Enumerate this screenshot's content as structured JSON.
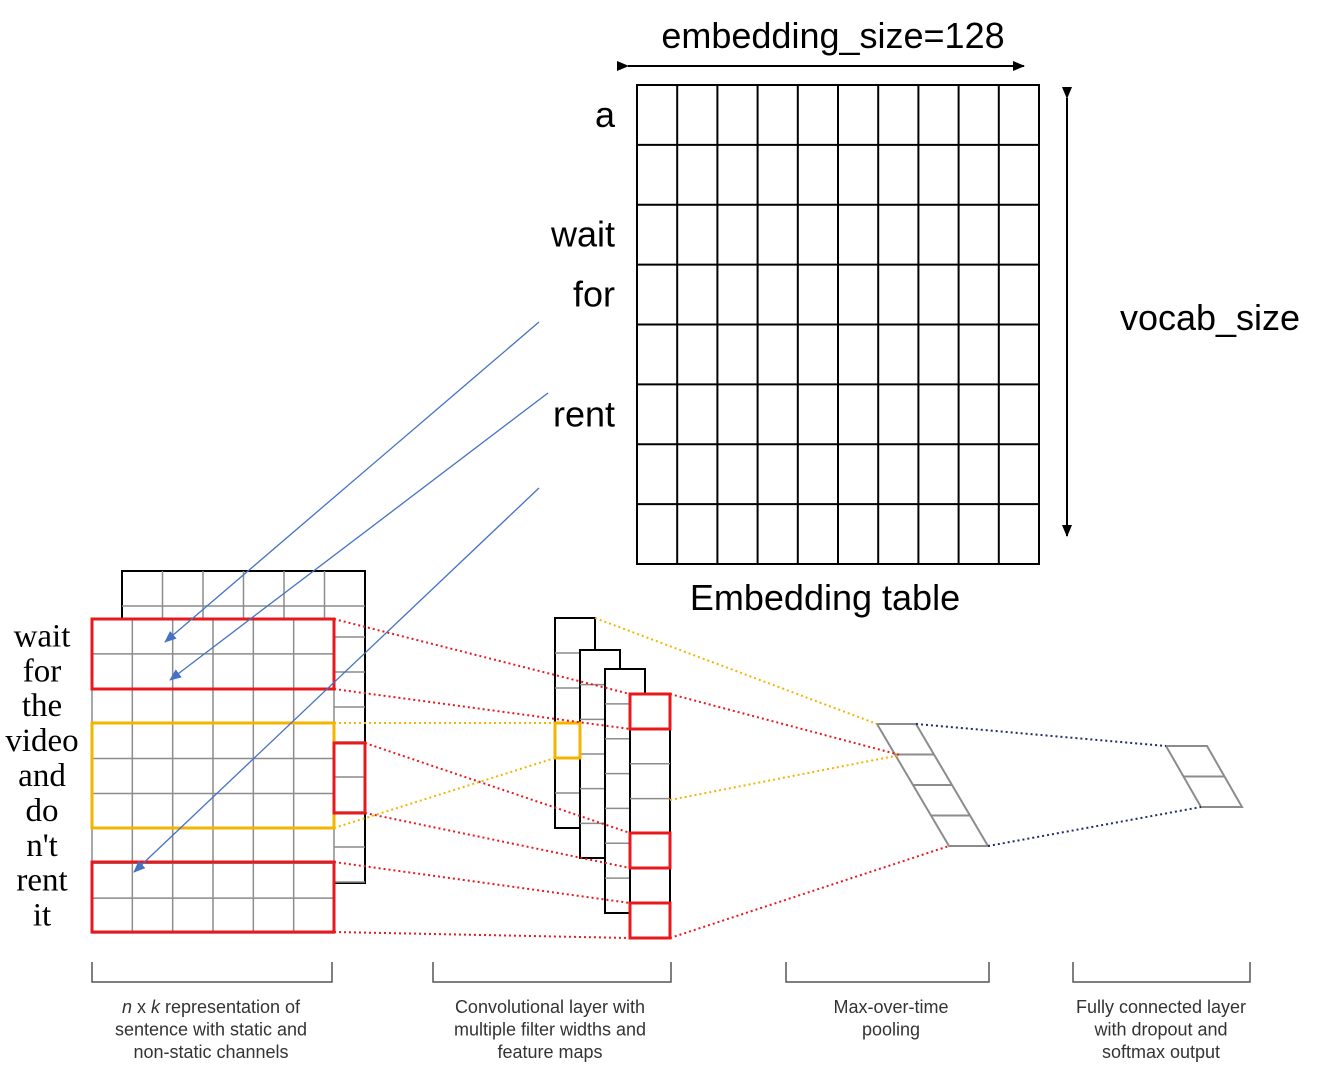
{
  "embedding": {
    "size_label": "embedding_size=128",
    "vocab_label": "vocab_size",
    "table_caption": "Embedding table",
    "rows": 8,
    "cols": 10,
    "row_words": [
      {
        "text": "a",
        "row": 1
      },
      {
        "text": "wait",
        "row": 3
      },
      {
        "text": "for",
        "row": 4
      },
      {
        "text": "rent",
        "row": 6
      }
    ]
  },
  "sentence": {
    "words": [
      "wait",
      "for",
      "the",
      "video",
      "and",
      "do",
      "n't",
      "rent",
      "it"
    ],
    "lookup_arrows": [
      {
        "word": "wait",
        "target_row": 0
      },
      {
        "word": "for",
        "target_row": 1
      },
      {
        "word": "rent",
        "target_row": 7
      }
    ]
  },
  "stages": [
    {
      "lines": [
        "n x k representation of",
        "sentence with static and",
        "non-static channels"
      ],
      "italic_prefix": "n",
      "italic_mid": "k"
    },
    {
      "lines": [
        "Convolutional layer with",
        "multiple filter widths and",
        "feature maps"
      ]
    },
    {
      "lines": [
        "Max-over-time",
        "pooling"
      ]
    },
    {
      "lines": [
        "Fully connected layer",
        "with dropout and",
        "softmax output"
      ]
    }
  ],
  "colors": {
    "grid": "#000000",
    "grey": "#8c8c8c",
    "red": "#e8191d",
    "yellow": "#f4b400",
    "blue_arrow": "#4472c4",
    "navy": "#1f2b6b"
  }
}
